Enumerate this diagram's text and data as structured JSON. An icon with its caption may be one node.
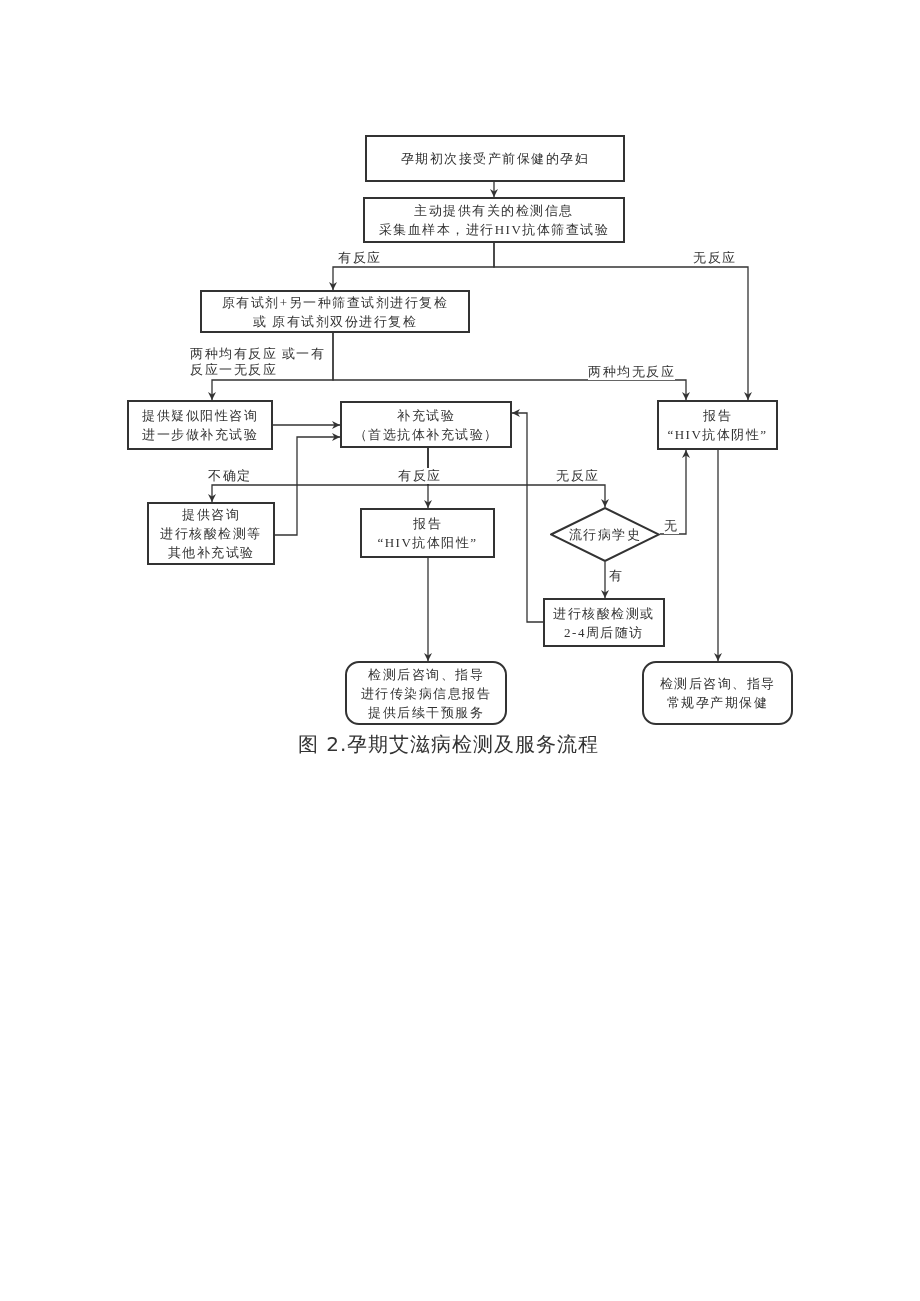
{
  "diagram": {
    "caption": "图 2.孕期艾滋病检测及服务流程",
    "nodes": [
      {
        "text": [
          "孕期初次接受产前保健的孕妇"
        ]
      },
      {
        "text": [
          "主动提供有关的检测信息",
          "采集血样本，进行HIV抗体筛查试验"
        ]
      },
      {
        "text": [
          "原有试剂+另一种筛查试剂进行复检",
          "或  原有试剂双份进行复检"
        ]
      },
      {
        "text": [
          "提供疑似阳性咨询",
          "进一步做补充试验"
        ]
      },
      {
        "text": [
          "补充试验",
          "（首选抗体补充试验）"
        ]
      },
      {
        "text": [
          "报告",
          "“HIV抗体阴性”"
        ]
      },
      {
        "text": [
          "提供咨询",
          "进行核酸检测等",
          "其他补充试验"
        ]
      },
      {
        "text": [
          "报告",
          "“HIV抗体阳性”"
        ]
      },
      {
        "text": [
          "流行病学史"
        ]
      },
      {
        "text": [
          "进行核酸检测或",
          "2-4周后随访"
        ]
      },
      {
        "text": [
          "检测后咨询、指导",
          "进行传染病信息报告",
          "提供后续干预服务"
        ]
      },
      {
        "text": [
          "检测后咨询、指导",
          "常规孕产期保健"
        ]
      }
    ],
    "edges": [
      {
        "from": 0,
        "to": 1,
        "arrow": "to"
      },
      {
        "from": 1,
        "to": 2,
        "arrow": "to",
        "label": "有反应"
      },
      {
        "from": 1,
        "to": 5,
        "arrow": "to",
        "label": "无反应"
      },
      {
        "from": 2,
        "to": 3,
        "arrow": "to",
        "label": "两种均有反应 或一有反应一无反应"
      },
      {
        "from": 2,
        "to": 5,
        "arrow": "to",
        "label": "两种均无反应"
      },
      {
        "from": 3,
        "to": 4,
        "arrow": "to"
      },
      {
        "from": 6,
        "to": 4,
        "arrow": "to"
      },
      {
        "from": 4,
        "to": 6,
        "arrow": "to",
        "label": "不确定"
      },
      {
        "from": 4,
        "to": 7,
        "arrow": "to",
        "label": "有反应"
      },
      {
        "from": 4,
        "to": 8,
        "arrow": "to",
        "label": "无反应"
      },
      {
        "from": 8,
        "to": 5,
        "arrow": "to",
        "label": "无"
      },
      {
        "from": 8,
        "to": 9,
        "arrow": "to",
        "label": "有"
      },
      {
        "from": 9,
        "to": 4,
        "arrow": "to"
      },
      {
        "from": 7,
        "to": 10,
        "arrow": "to"
      },
      {
        "from": 5,
        "to": 11,
        "arrow": "to"
      }
    ]
  }
}
